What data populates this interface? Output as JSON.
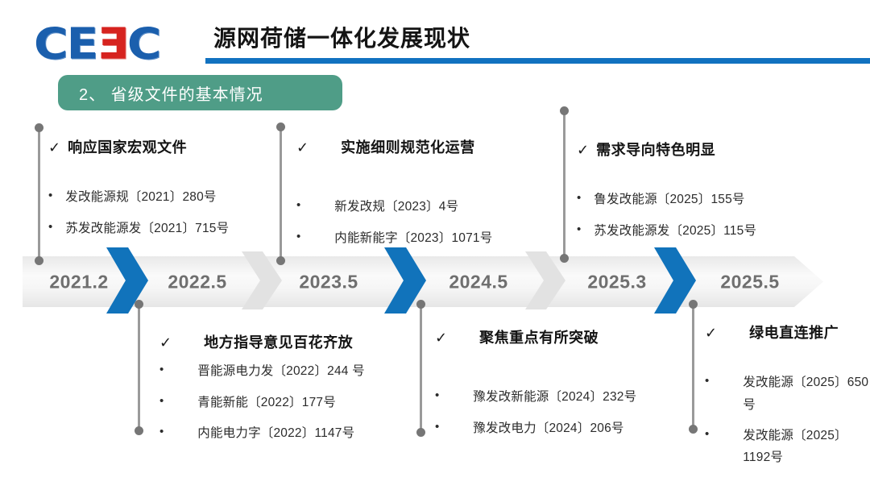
{
  "glyphs": {
    "check": "✓",
    "bullet": "•"
  },
  "header": {
    "logo_letters": [
      {
        "ch": "C"
      },
      {
        "ch": "E"
      },
      {
        "ch": "Ǝ"
      },
      {
        "ch": "C"
      }
    ],
    "title": "源网荷储一体化发展现状",
    "section_badge": "2、 省级文件的基本情况"
  },
  "timeline": {
    "dates": [
      "2021.2",
      "2022.5",
      "2023.5",
      "2024.5",
      "2025.3",
      "2025.5"
    ],
    "chevron_colors": [
      "blue",
      "gray",
      "blue",
      "gray",
      "blue"
    ]
  },
  "callouts_top": [
    {
      "title": "响应国家宏观文件",
      "items": [
        "发改能源规〔2021〕280号",
        "苏发改能源发〔2021〕715号"
      ]
    },
    {
      "title": "实施细则规范化运营",
      "items": [
        "新发改规〔2023〕4号",
        "内能新能字〔2023〕1071号"
      ]
    },
    {
      "title": "需求导向特色明显",
      "items": [
        "鲁发改能源〔2025〕155号",
        "苏发改能源发〔2025〕115号"
      ]
    }
  ],
  "callouts_bottom": [
    {
      "title": "地方指导意见百花齐放",
      "items": [
        "晋能源电力发〔2022〕244 号",
        "青能新能〔2022〕177号",
        "内能电力字〔2022〕1147号"
      ]
    },
    {
      "title": "聚焦重点有所突破",
      "items": [
        "豫发改新能源〔2024〕232号",
        "豫发改电力〔2024〕206号"
      ]
    },
    {
      "title": "绿电直连推广",
      "items": [
        "发改能源〔2025〕650号",
        "发改能源〔2025〕1192号"
      ]
    }
  ],
  "colors": {
    "accent_blue": "#1172c0",
    "chevron_blue": "#1173bb",
    "chevron_gray": "#e2e2e2",
    "badge_green": "#4f9d87",
    "logo_blue": "#1b5fad",
    "logo_red": "#d6231f",
    "date_gray": "#6f6f6f",
    "pin_gray": "#9a9a9a"
  }
}
